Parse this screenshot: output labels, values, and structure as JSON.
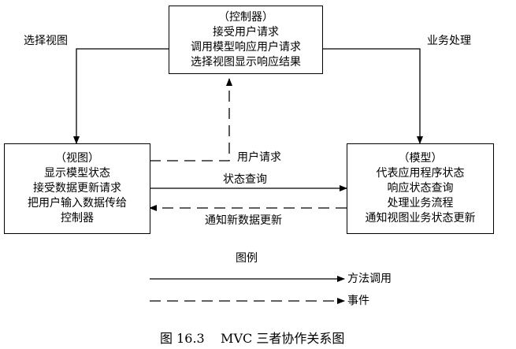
{
  "controller": {
    "title": "（控制器）",
    "lines": [
      "接受用户请求",
      "调用模型响应用户请求",
      "选择视图显示响应结果"
    ]
  },
  "view": {
    "title": "（视图）",
    "lines": [
      "显示模型状态",
      "接受数据更新请求",
      "把用户输入数据传给",
      "控制器"
    ]
  },
  "model": {
    "title": "（模型）",
    "lines": [
      "代表应用程序状态",
      "响应状态查询",
      "处理业务流程",
      "通知视图业务状态更新"
    ]
  },
  "edges": {
    "select_view": "选择视图",
    "business_processing": "业务处理",
    "user_request": "用户请求",
    "state_query": "状态查询",
    "notify_update": "通知新数据更新"
  },
  "legend": {
    "title": "图例",
    "method_call": "方法调用",
    "event": "事件"
  },
  "caption": "图 16.3    MVC 三者协作关系图"
}
